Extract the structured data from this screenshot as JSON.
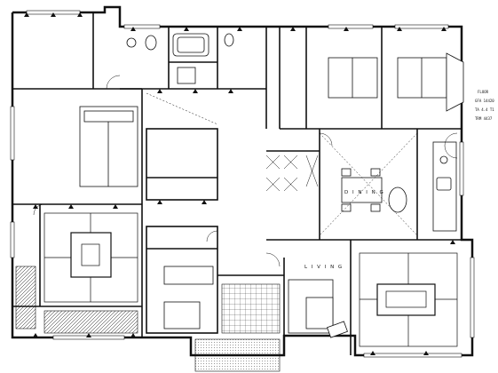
{
  "plan": {
    "rooms": {
      "dining": "D I N I N G",
      "living": "L I V I N G"
    },
    "annotations": {
      "legend_title": "FLOOR",
      "legend_line1": "GFA 14420",
      "legend_line2": "TA 4.4 T1",
      "legend_line3": "TRM 4437"
    },
    "colors": {
      "line": "#111111",
      "paper": "#ffffff"
    }
  }
}
